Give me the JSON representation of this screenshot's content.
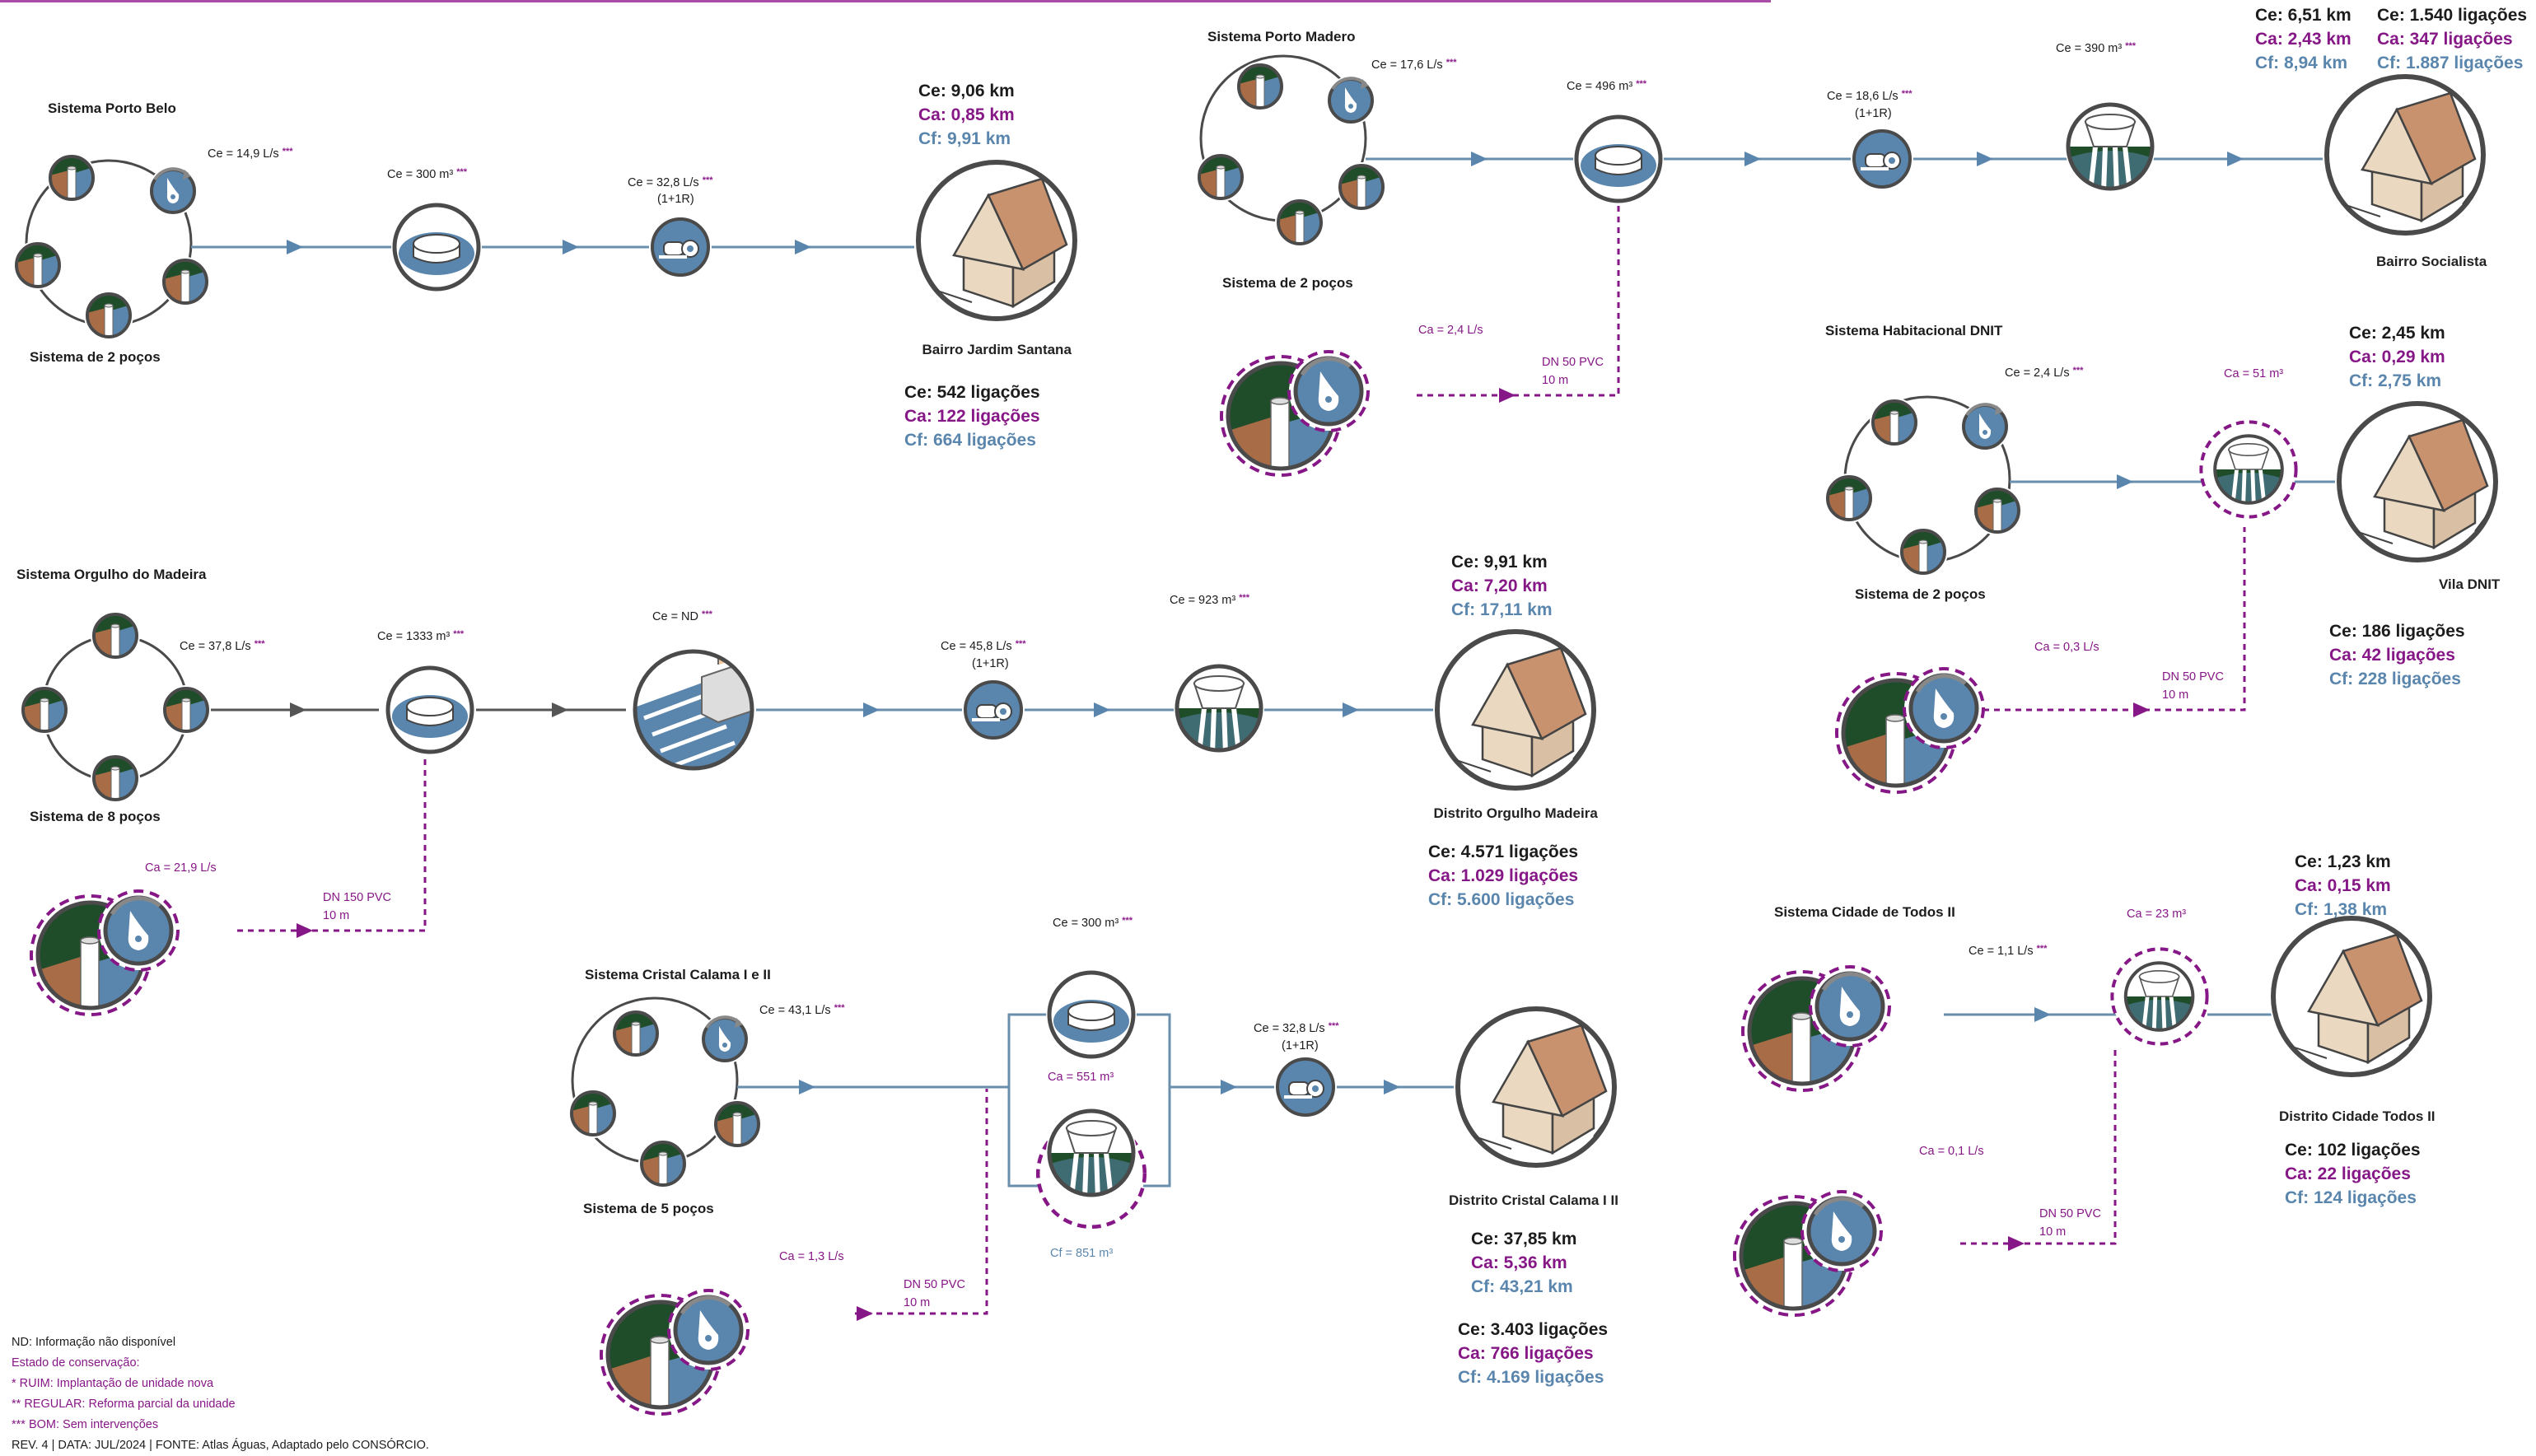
{
  "colors": {
    "existing_line": "#6a8fad",
    "gray_line": "#555555",
    "proposed_dashed": "#861786",
    "water": "#5a86ad",
    "green": "#1f4d2a",
    "soil": "#a86c46",
    "roof": "#c9926e",
    "wall": "#ead8c0",
    "ca_text": "#861786",
    "cf_text": "#5a86ad"
  },
  "icons": [
    "well-icon",
    "pump-icon",
    "reservoir-icon",
    "elevated-tank-icon",
    "booster-pump-icon",
    "treatment-plant-icon",
    "house-icon"
  ],
  "porto_belo": {
    "title": "Sistema Porto Belo",
    "wells": "Sistema de 2 poços",
    "ce_flow": "Ce = 14,9 L/s",
    "res": "Ce = 300 m³",
    "pump1": "Ce = 32,8 L/s",
    "pump2": "(1+1R)",
    "district": "Bairro Jardim Santana",
    "km": [
      "Ce: 9,06 km",
      "Ca: 0,85 km",
      "Cf: 9,91 km"
    ],
    "lig": [
      "Ce: 542 ligações",
      "Ca: 122 ligações",
      "Cf: 664 ligações"
    ]
  },
  "porto_madero": {
    "title": "Sistema Porto Madero",
    "wells": "Sistema de 2 poços",
    "ce_flow": "Ce = 17,6 L/s",
    "res": "Ce = 496 m³",
    "pump1": "Ce = 18,6 L/s",
    "pump2": "(1+1R)",
    "tank": "Ce = 390 m³",
    "ca_flow": "Ca = 2,4 L/s",
    "dn": "DN 50 PVC",
    "len": "10 m",
    "district": "Bairro Socialista",
    "km": [
      "Ce: 6,51 km",
      "Ca: 2,43 km",
      "Cf: 8,94 km"
    ],
    "lig": [
      "Ce: 1.540 ligações",
      "Ca: 347 ligações",
      "Cf: 1.887 ligações"
    ]
  },
  "dnit": {
    "title": "Sistema Habitacional DNIT",
    "wells": "Sistema de 2 poços",
    "ce_flow": "Ce = 2,4 L/s",
    "tank": "Ca = 51 m³",
    "ca_flow": "Ca = 0,3 L/s",
    "dn": "DN 50 PVC",
    "len": "10 m",
    "district": "Vila DNIT",
    "km": [
      "Ce: 2,45 km",
      "Ca: 0,29 km",
      "Cf: 2,75 km"
    ],
    "lig": [
      "Ce: 186 ligações",
      "Ca: 42 ligações",
      "Cf: 228 ligações"
    ]
  },
  "orgulho": {
    "title": "Sistema Orgulho do Madeira",
    "wells": "Sistema de 8 poços",
    "ce_flow": "Ce = 37,8 L/s",
    "res": "Ce = 1333 m³",
    "eta": "Ce = ND",
    "pump1": "Ce = 45,8 L/s",
    "pump2": "(1+1R)",
    "tank": "Ce = 923 m³",
    "ca_flow": "Ca = 21,9 L/s",
    "dn": "DN 150 PVC",
    "len": "10 m",
    "district": "Distrito Orgulho Madeira",
    "km": [
      "Ce: 9,91 km",
      "Ca: 7,20 km",
      "Cf: 17,11 km"
    ],
    "lig": [
      "Ce: 4.571 ligações",
      "Ca: 1.029 ligações",
      "Cf: 5.600 ligações"
    ]
  },
  "cristal": {
    "title": "Sistema Cristal Calama I e II",
    "wells": "Sistema de 5 poços",
    "ce_flow": "Ce = 43,1 L/s",
    "res": "Ce = 300 m³",
    "tank_ca": "Ca = 551 m³",
    "tank_cf": "Cf = 851 m³",
    "pump1": "Ce = 32,8 L/s",
    "pump2": "(1+1R)",
    "ca_flow": "Ca = 1,3 L/s",
    "dn": "DN 50 PVC",
    "len": "10 m",
    "district": "Distrito Cristal Calama I II",
    "km": [
      "Ce: 37,85 km",
      "Ca: 5,36 km",
      "Cf: 43,21 km"
    ],
    "lig": [
      "Ce: 3.403 ligações",
      "Ca: 766 ligações",
      "Cf: 4.169 ligações"
    ]
  },
  "todos": {
    "title": "Sistema Cidade de Todos II",
    "ce_flow": "Ce = 1,1 L/s",
    "tank": "Ca = 23 m³",
    "ca_flow": "Ca = 0,1 L/s",
    "dn": "DN 50 PVC",
    "len": "10 m",
    "district": "Distrito Cidade Todos II",
    "km": [
      "Ce: 1,23 km",
      "Ca: 0,15 km",
      "Cf: 1,38 km"
    ],
    "lig": [
      "Ce: 102 ligações",
      "Ca: 22 ligações",
      "Cf: 124 ligações"
    ]
  },
  "legend": {
    "nd": "ND: Informação não disponível",
    "estado": "Estado de conservação:",
    "ruim": "* RUIM: Implantação de unidade nova",
    "regular": "** REGULAR: Reforma parcial da unidade",
    "bom": "*** BOM: Sem intervenções",
    "rev": "REV. 4 | DATA: JUL/2024 | FONTE: Atlas Águas, Adaptado pelo CONSÓRCIO."
  },
  "stars": "***"
}
